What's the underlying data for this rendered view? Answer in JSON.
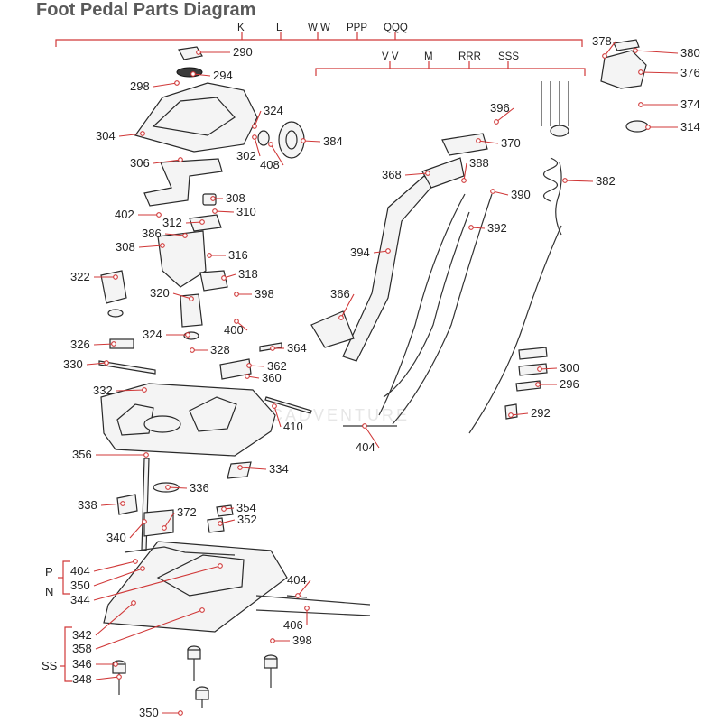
{
  "title": "Foot Pedal Parts Diagram",
  "watermark": "CADVENTURE",
  "top_bracket_codes": [
    "K",
    "L",
    "W W",
    "PPP",
    "QQQ"
  ],
  "second_bracket_codes": [
    "V V",
    "M",
    "RRR",
    "SSS"
  ],
  "side_codes": {
    "p": "P",
    "n": "N",
    "ss": "SS"
  },
  "parts": {
    "p290": "290",
    "p294": "294",
    "p298": "298",
    "p304": "304",
    "p324a": "324",
    "p302": "302",
    "p408": "408",
    "p384": "384",
    "p306": "306",
    "p308a": "308",
    "p402": "402",
    "p312": "312",
    "p310": "310",
    "p386": "386",
    "p308b": "308",
    "p316": "316",
    "p322": "322",
    "p318": "318",
    "p320": "320",
    "p398a": "398",
    "p400": "400",
    "p324b": "324",
    "p326": "326",
    "p328": "328",
    "p364": "364",
    "p330": "330",
    "p362": "362",
    "p360": "360",
    "p332": "332",
    "p410": "410",
    "p356": "356",
    "p334": "334",
    "p336": "336",
    "p338": "338",
    "p372": "372",
    "p354": "354",
    "p352": "352",
    "p340": "340",
    "p404a": "404",
    "p350a": "350",
    "p344": "344",
    "p404b": "404",
    "p406": "406",
    "p342": "342",
    "p358": "358",
    "p398b": "398",
    "p346": "346",
    "p348": "348",
    "p350b": "350",
    "p378": "378",
    "p380": "380",
    "p376": "376",
    "p374": "374",
    "p314": "314",
    "p396": "396",
    "p370": "370",
    "p368": "368",
    "p388": "388",
    "p390": "390",
    "p382": "382",
    "p392": "392",
    "p394": "394",
    "p366": "366",
    "p300": "300",
    "p296": "296",
    "p292": "292",
    "p404c": "404"
  },
  "colors": {
    "leader": "#d03838",
    "title": "#5a5a5a",
    "outline": "#2a2a2a"
  }
}
